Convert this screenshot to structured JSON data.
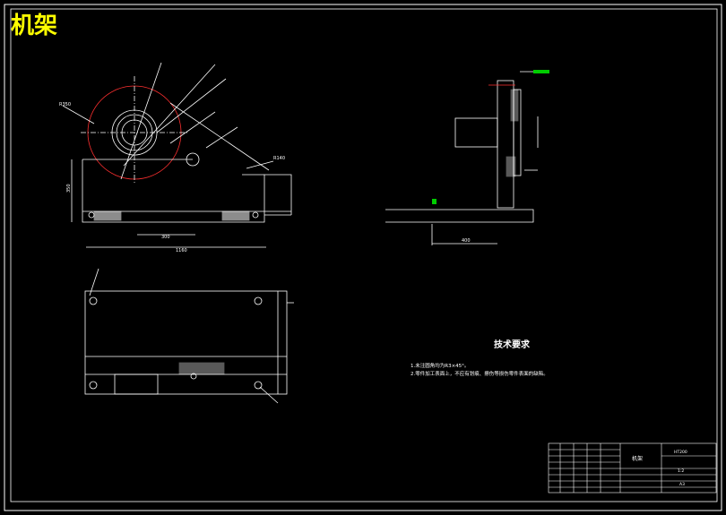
{
  "title": "机架",
  "colors": {
    "background": "#000000",
    "line": "#ffffff",
    "title": "#ffff00",
    "circle": "#ff3030",
    "hatch": "#ffffff",
    "marker": "#00cc00"
  },
  "tech_requirements": {
    "heading": "技术要求",
    "line1": "1.未注圆角均为R3×45°。",
    "line2": "2.零件加工表面上，不应有划痕、擦伤等损伤零件表面的缺陷。"
  },
  "title_block": {
    "part_name": "机架",
    "material": "HT200",
    "scale": "1:2",
    "sheet": "A3"
  },
  "dimensions": {
    "front_width": "1160",
    "front_inner": "300",
    "front_height": "350",
    "side_bottom": "400",
    "radius_large": "R350",
    "radius_small": "R140"
  }
}
